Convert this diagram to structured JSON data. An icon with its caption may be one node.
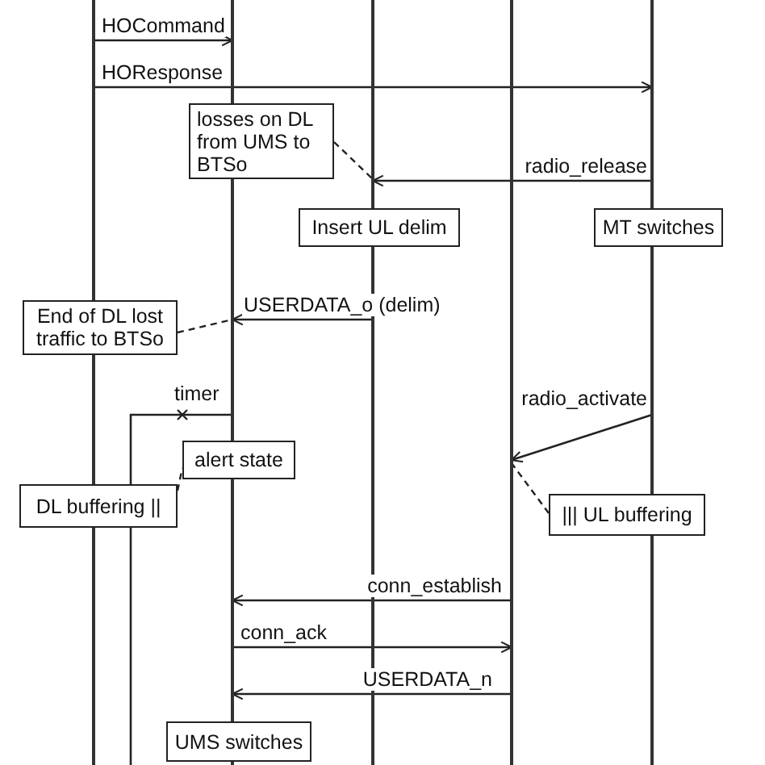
{
  "diagram": {
    "nodes": [
      {
        "text": [],
        "shape": "bar"
      },
      {
        "text": [],
        "shape": "bar"
      },
      {
        "text": [],
        "shape": "bar"
      },
      {
        "text": [],
        "shape": "bar"
      },
      {
        "text": [],
        "shape": "bar"
      },
      {
        "text": [
          "losses on DL from UMS to BTSo"
        ]
      },
      {
        "text": [
          "Insert UL delim"
        ]
      },
      {
        "text": [
          "MT switches"
        ]
      },
      {
        "text": [
          "End of DL lost traffic to BTSo"
        ]
      },
      {
        "text": [
          "alert state"
        ]
      },
      {
        "text": [
          "DL buffering ||"
        ]
      },
      {
        "text": [
          "||| UL buffering"
        ]
      },
      {
        "text": [
          "UMS switches"
        ]
      }
    ],
    "edges": [
      {
        "from": 0,
        "to": 1,
        "arrow": "to",
        "label": "HOCommand"
      },
      {
        "from": 0,
        "to": 4,
        "arrow": "to",
        "label": "HOResponse"
      },
      {
        "from": 4,
        "to": 2,
        "arrow": "to",
        "label": "radio_release"
      },
      {
        "from": 2,
        "to": 1,
        "arrow": "to",
        "label": "USERDATA_o (delim)"
      },
      {
        "from": 4,
        "to": 3,
        "arrow": "to",
        "label": "radio_activate"
      },
      {
        "from": 3,
        "to": 1,
        "arrow": "to",
        "label": "conn_establish"
      },
      {
        "from": 1,
        "to": 3,
        "arrow": "to",
        "label": "conn_ack"
      },
      {
        "from": 3,
        "to": 1,
        "arrow": "to",
        "label": "USERDATA_n"
      },
      {
        "from": 5,
        "to": 2,
        "arrow": "none",
        "style": "dashed"
      },
      {
        "from": 8,
        "to": 1,
        "arrow": "none",
        "style": "dashed"
      },
      {
        "from": 10,
        "to": 9,
        "arrow": "none",
        "style": "dashed"
      },
      {
        "from": 11,
        "to": 3,
        "arrow": "none",
        "style": "dashed"
      }
    ],
    "labels": [
      "timer"
    ]
  }
}
